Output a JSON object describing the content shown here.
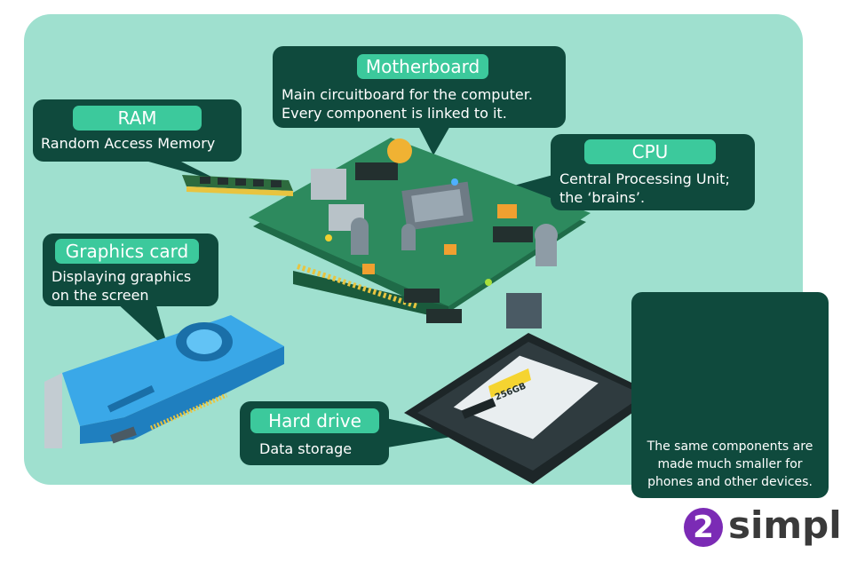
{
  "callouts": {
    "motherboard": {
      "title": "Motherboard",
      "lines": [
        "Main circuitboard for the computer.",
        "Every component is linked to it."
      ]
    },
    "ram": {
      "title": "RAM",
      "lines": [
        "Random Access Memory"
      ]
    },
    "cpu": {
      "title": "CPU",
      "lines": [
        "Central Processing Unit;",
        "the ‘brains’."
      ]
    },
    "graphics": {
      "title": "Graphics card",
      "lines": [
        "Displaying graphics",
        "on the screen"
      ]
    },
    "harddrive": {
      "title": "Hard drive",
      "lines": [
        "Data storage"
      ]
    }
  },
  "ssd_label": "256GB",
  "phones_note": [
    "The same components are",
    "made much smaller for",
    "phones and other devices."
  ],
  "logo": {
    "badge": "2",
    "word": "simple"
  },
  "colors": {
    "panel": "#9fe0cf",
    "callout": "#0f4a3d",
    "tag": "#3cc99c",
    "board": "#2d8a5e",
    "gpu": "#3aa8e8",
    "logo": "#7b2bb5"
  }
}
